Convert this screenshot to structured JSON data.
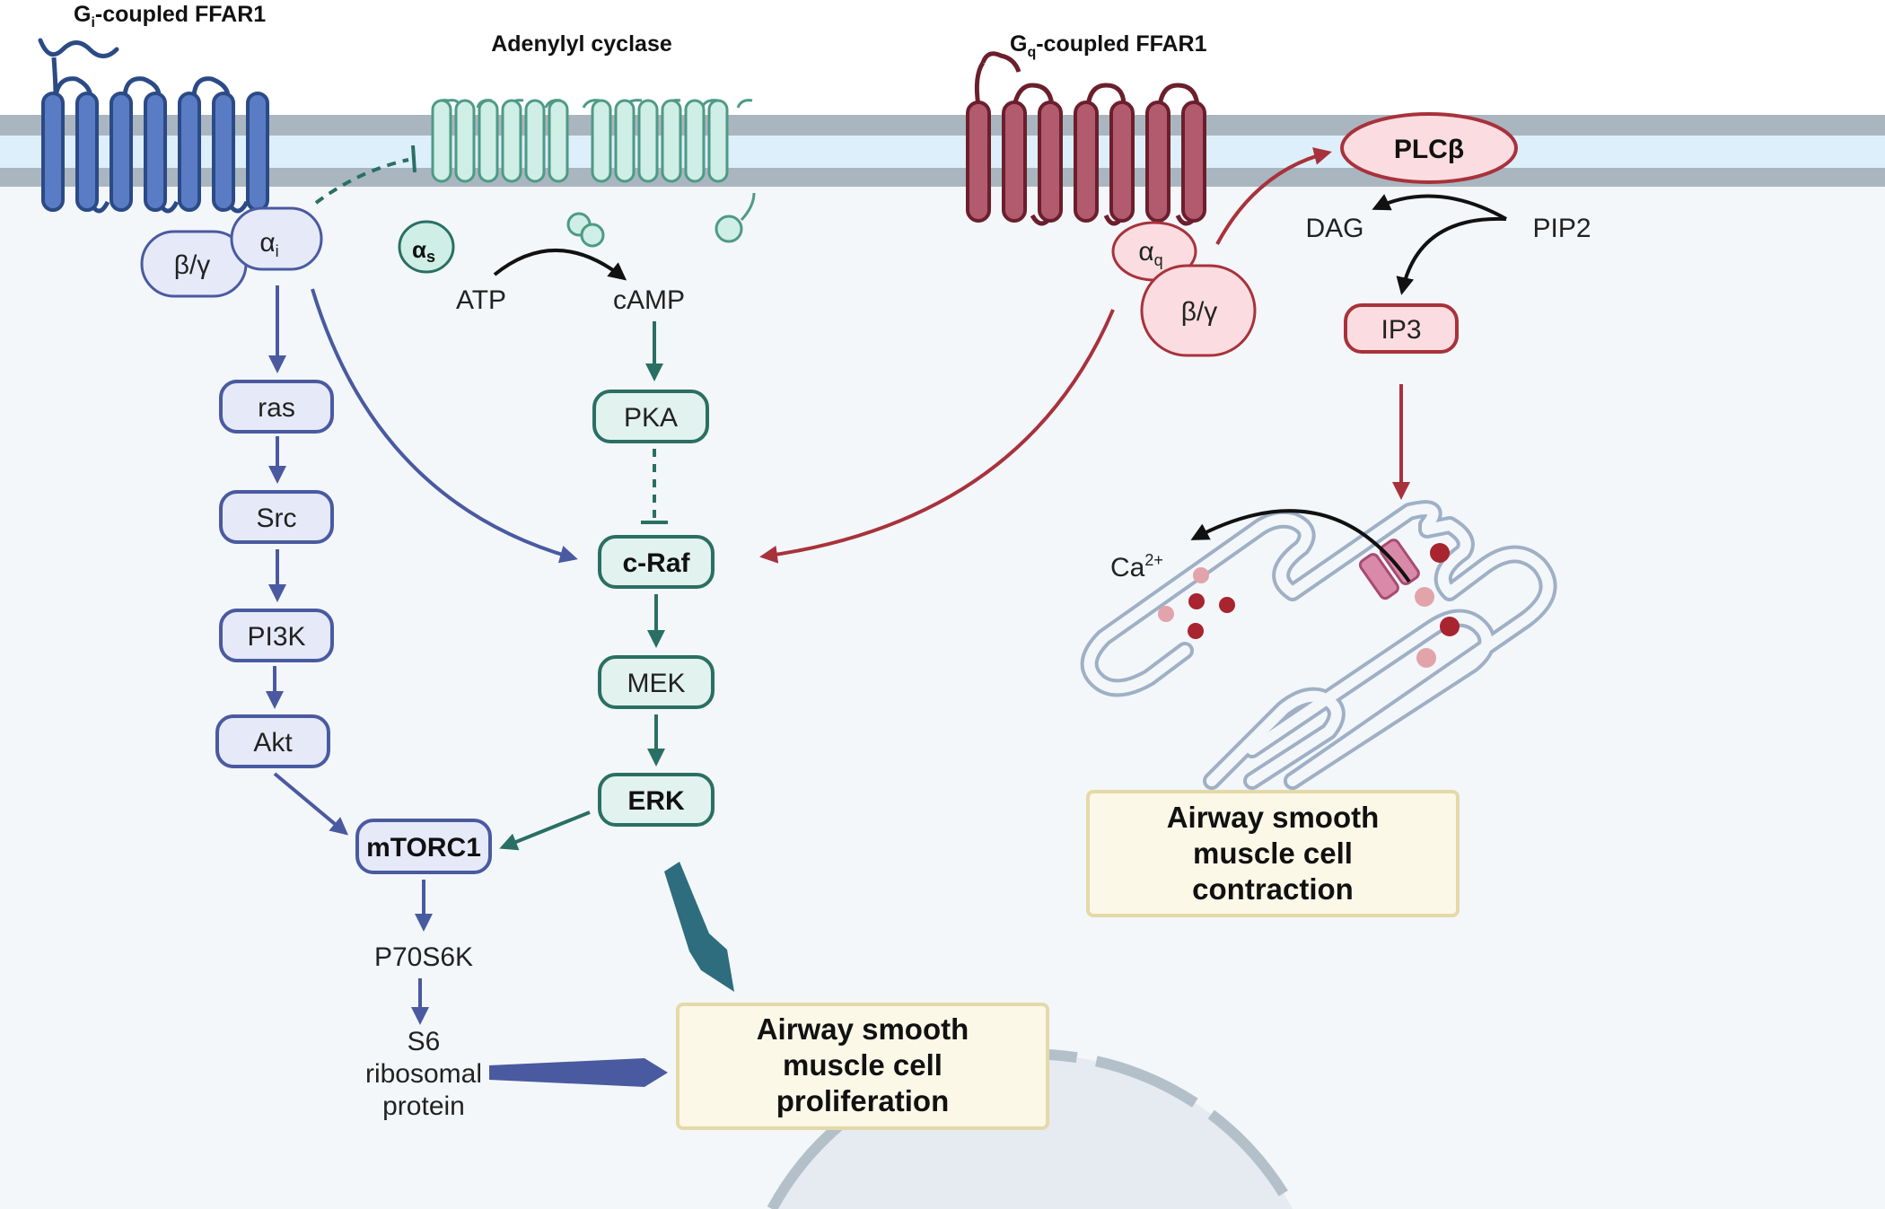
{
  "receptors": {
    "gi": {
      "label": "G",
      "sub": "i",
      "rest": "-coupled FFAR1"
    },
    "adenylyl": {
      "label": "Adenylyl cyclase"
    },
    "gq": {
      "label": "G",
      "sub": "q",
      "rest": "-coupled FFAR1"
    }
  },
  "subunits": {
    "alpha_i": {
      "main": "α",
      "sub": "i"
    },
    "beta_gamma_i": "β/γ",
    "alpha_s": {
      "main": "α",
      "sub": "s"
    },
    "alpha_q": {
      "main": "α",
      "sub": "q"
    },
    "beta_gamma_q": "β/γ"
  },
  "small_labels": {
    "atp": "ATP",
    "camp": "cAMP",
    "dag": "DAG",
    "pip2": "PIP2",
    "ca": "Ca",
    "ca_sup": "2+",
    "p70s6k": "P70S6K",
    "s6_line1": "S6",
    "s6_line2": "ribosomal",
    "s6_line3": "protein"
  },
  "nodes": {
    "ras": "ras",
    "src": "Src",
    "pi3k": "PI3K",
    "akt": "Akt",
    "mtorc1": "mTORC1",
    "pka": "PKA",
    "craf": "c-Raf",
    "mek": "MEK",
    "erk": "ERK",
    "plcb": "PLCβ",
    "ip3": "IP3"
  },
  "outcomes": {
    "contraction": [
      "Airway smooth",
      "muscle cell",
      "contraction"
    ],
    "proliferation": [
      "Airway smooth",
      "muscle cell",
      "proliferation"
    ]
  },
  "colors": {
    "gi_blue": "#4a68b0",
    "gi_node_fill": "#e6e9f8",
    "teal": "#2a6f63",
    "teal_fill": "#e2f2ee",
    "red": "#a8323b",
    "red_fill": "#fbdde1",
    "receptor_red": "#b25a6e",
    "membrane": "#a9b6c0",
    "cytoplasm": "#f4f8fb",
    "outcome_fill": "#fbf8e8",
    "outcome_border": "#e5d9a8"
  }
}
